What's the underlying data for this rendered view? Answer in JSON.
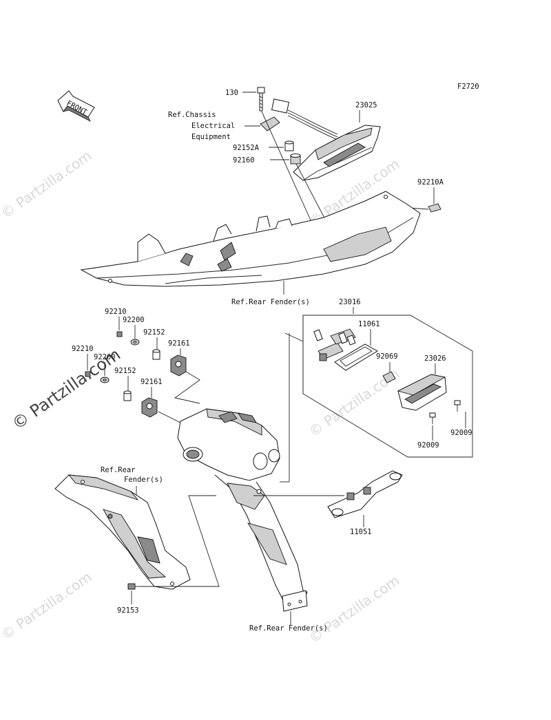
{
  "diagram": {
    "code": "F2720",
    "front_label": "FRONT",
    "watermark": "© Partzilla.com",
    "labels": {
      "p130": "130",
      "p23025": "23025",
      "refChassis1": "Ref.Chassis",
      "refChassis2": "Electrical",
      "refChassis3": "Equipment",
      "p92152A": "92152A",
      "p92160": "92160",
      "p92210A": "92210A",
      "refRearFender": "Ref.Rear Fender(s)",
      "p23016": "23016",
      "p92210a": "92210",
      "p92200a": "92200",
      "p92152a": "92152",
      "p92161a": "92161",
      "p11061": "11061",
      "p92210b": "92210",
      "p92200b": "92200",
      "p92152b": "92152",
      "p92161b": "92161",
      "p92069": "92069",
      "p23026": "23026",
      "p92009a": "92009",
      "p92009b": "92009",
      "refRear1": "Ref.Rear",
      "refRear2": "Fender(s)",
      "p11051": "11051",
      "p92153": "92153",
      "refRearFenderBottom": "Ref.Rear Fender(s)"
    }
  }
}
